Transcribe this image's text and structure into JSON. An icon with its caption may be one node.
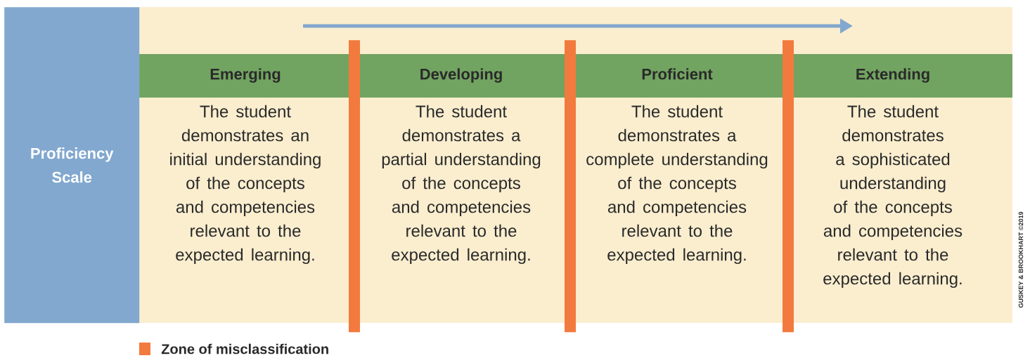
{
  "diagram": {
    "nodes": [
      {
        "text": [
          "Proficiency Scale"
        ]
      },
      {
        "text": [
          "Emerging",
          "The student demonstrates an initial understanding of the concepts and competencies relevant to the expected learning."
        ]
      },
      {
        "text": [
          "Developing",
          "The student demonstrates a partial understanding of the concepts and competencies relevant to the expected learning."
        ]
      },
      {
        "text": [
          "Proficient",
          "The student demonstrates a complete understanding of the concepts and competencies relevant to the expected learning."
        ]
      },
      {
        "text": [
          "Extending",
          "The student demonstrates a sophisticated understanding of the concepts and competencies relevant to the expected learning."
        ]
      },
      {
        "text": [],
        "shape": "bar"
      },
      {
        "text": [],
        "shape": "bar"
      },
      {
        "text": [],
        "shape": "bar"
      }
    ],
    "labels": [
      "GUSKEY & BROOKHART ©2019"
    ],
    "legend": [
      {
        "text": "Zone of misclassification",
        "color": "#f37a3e"
      }
    ]
  }
}
